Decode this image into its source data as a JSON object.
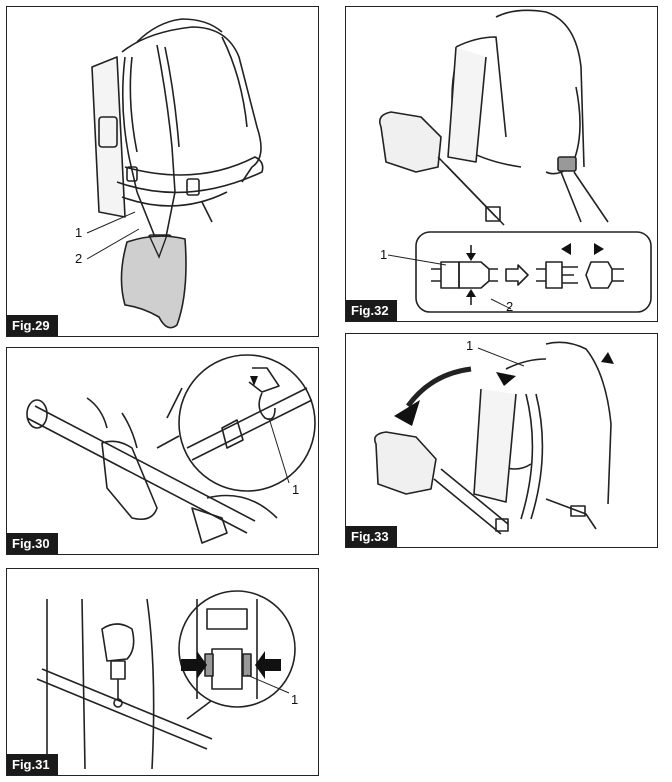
{
  "figures": {
    "fig29": {
      "label": "Fig.29",
      "callouts": [
        "1",
        "2"
      ]
    },
    "fig30": {
      "label": "Fig.30",
      "callouts": [
        "1"
      ]
    },
    "fig31": {
      "label": "Fig.31",
      "callouts": [
        "1"
      ]
    },
    "fig32": {
      "label": "Fig.32",
      "callouts": [
        "1",
        "2"
      ]
    },
    "fig33": {
      "label": "Fig.33",
      "callouts": [
        "1"
      ]
    }
  },
  "colors": {
    "line": "#222222",
    "fill_gray": "#cfcfcf",
    "tag_bg": "#1a1a1a",
    "tag_text": "#ffffff"
  }
}
